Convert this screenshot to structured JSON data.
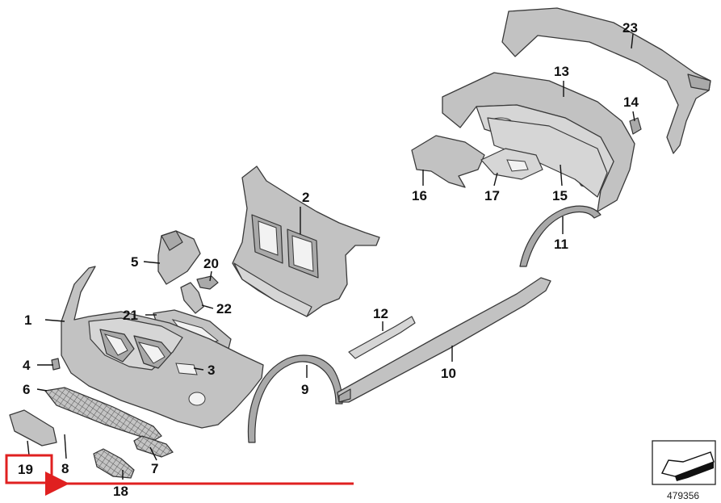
{
  "diagram": {
    "highlight_color": "#e02020",
    "labels": {
      "p1": "1",
      "p2": "2",
      "p3": "3",
      "p4": "4",
      "p5": "5",
      "p6": "6",
      "p7": "7",
      "p8": "8",
      "p9": "9",
      "p10": "10",
      "p11": "11",
      "p12": "12",
      "p13": "13",
      "p14": "14",
      "p15": "15",
      "p16": "16",
      "p17": "17",
      "p18": "18",
      "p19": "19",
      "p20": "20",
      "p21": "21",
      "p22": "22",
      "p23": "23"
    },
    "highlighted_part": "19",
    "doc_id": "479356"
  }
}
